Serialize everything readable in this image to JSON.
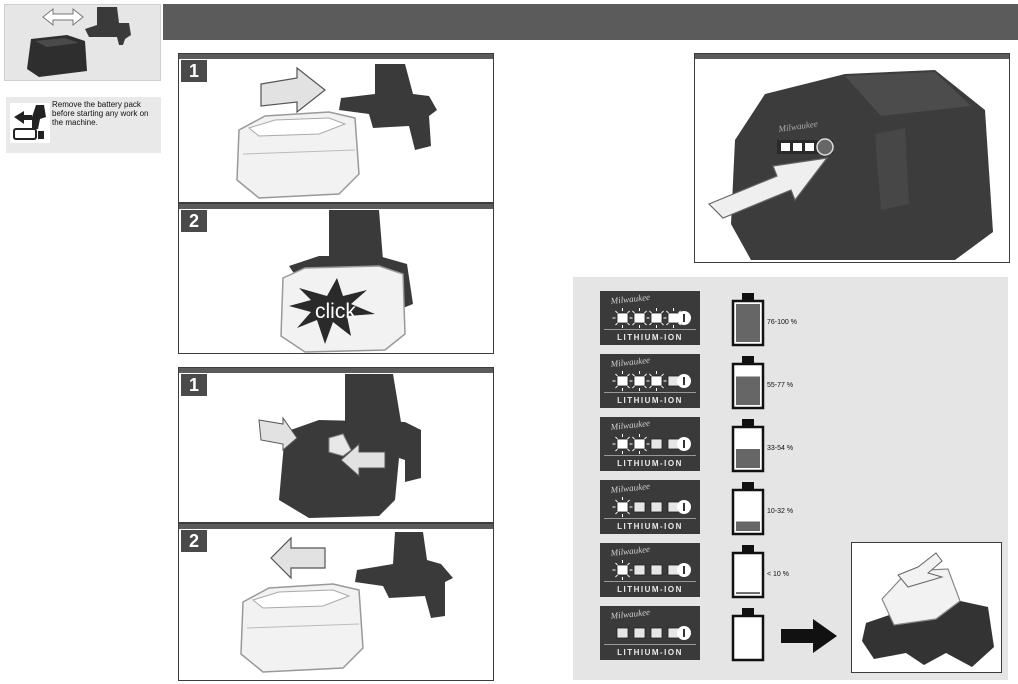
{
  "warning": {
    "text": "Remove the battery pack before starting any work on the machine."
  },
  "steps": {
    "insert": [
      {
        "num": "1"
      },
      {
        "num": "2"
      }
    ],
    "remove": [
      {
        "num": "1"
      },
      {
        "num": "2"
      }
    ]
  },
  "click_label": "click",
  "brand_label": "Milwaukee",
  "lithium_label": "LITHIUM-ION",
  "fuel_gauge": [
    {
      "label": "76-100 %",
      "level": 1.0,
      "leds": 4
    },
    {
      "label": "55-77 %",
      "level": 0.75,
      "leds": 3
    },
    {
      "label": "33-54 %",
      "level": 0.5,
      "leds": 2
    },
    {
      "label": "10-32 %",
      "level": 0.25,
      "leds": 1
    },
    {
      "label": "< 10 %",
      "level": 0.05,
      "leds": 1
    },
    {
      "label": "",
      "level": 0.0,
      "leds": 0
    }
  ],
  "colors": {
    "header": "#5b5b5b",
    "panel_bg": "#e5e5e5",
    "tool": "#3f3f3f",
    "battery_white": "#f2f2f2"
  }
}
